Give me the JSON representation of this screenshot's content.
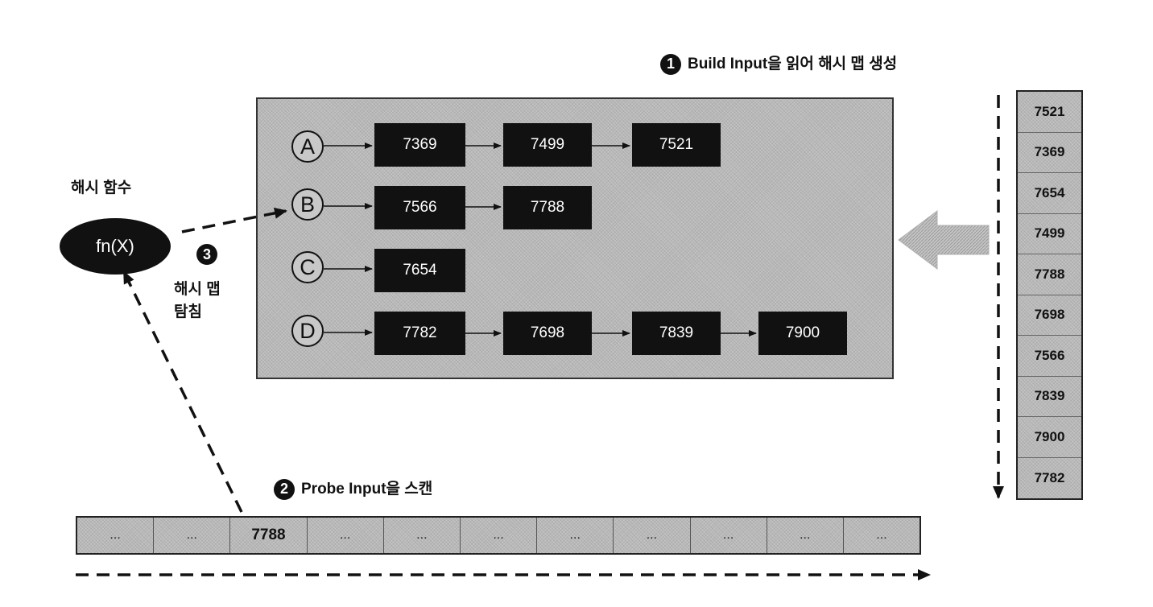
{
  "step1": {
    "num": "1",
    "text": "Build Input을 읽어 해시 맵 생성"
  },
  "step2": {
    "num": "2",
    "text": "Probe Input을 스캔"
  },
  "step3": {
    "num": "3",
    "line1": "해시 맵",
    "line2": "탐침"
  },
  "hash_function": {
    "title": "해시 함수",
    "label": "fn(X)"
  },
  "buckets": [
    {
      "key": "A",
      "values": [
        "7369",
        "7499",
        "7521"
      ]
    },
    {
      "key": "B",
      "values": [
        "7566",
        "7788"
      ]
    },
    {
      "key": "C",
      "values": [
        "7654"
      ]
    },
    {
      "key": "D",
      "values": [
        "7782",
        "7698",
        "7839",
        "7900"
      ]
    }
  ],
  "build_input": [
    "7521",
    "7369",
    "7654",
    "7499",
    "7788",
    "7698",
    "7566",
    "7839",
    "7900",
    "7782"
  ],
  "probe_input": [
    "...",
    "...",
    "7788",
    "...",
    "...",
    "...",
    "...",
    "...",
    "...",
    "...",
    "..."
  ]
}
